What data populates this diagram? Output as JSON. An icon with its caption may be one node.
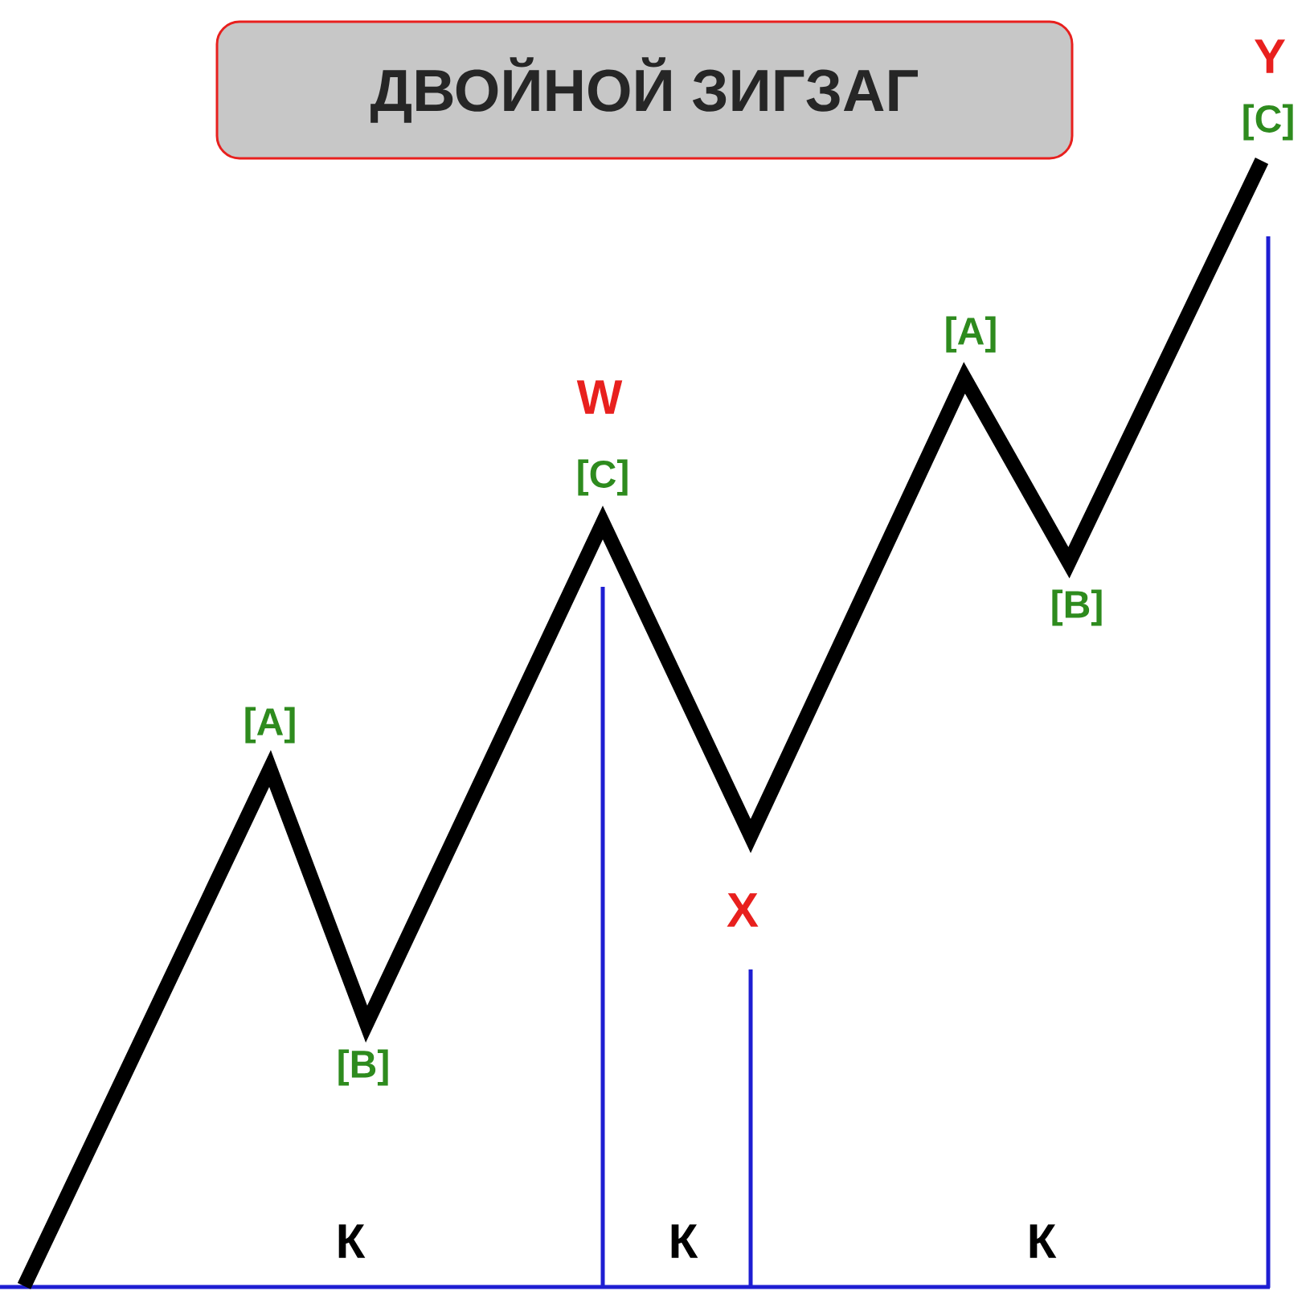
{
  "diagram": {
    "nodes": [
      {
        "text": [
          "ДВОЙНОЙ ЗИГЗАГ"
        ]
      }
    ],
    "labels": [
      "Y",
      "[C]",
      "[A]",
      "W",
      "[C]",
      "[B]",
      "[A]",
      "X",
      "[B]",
      "К",
      "К",
      "К"
    ]
  }
}
